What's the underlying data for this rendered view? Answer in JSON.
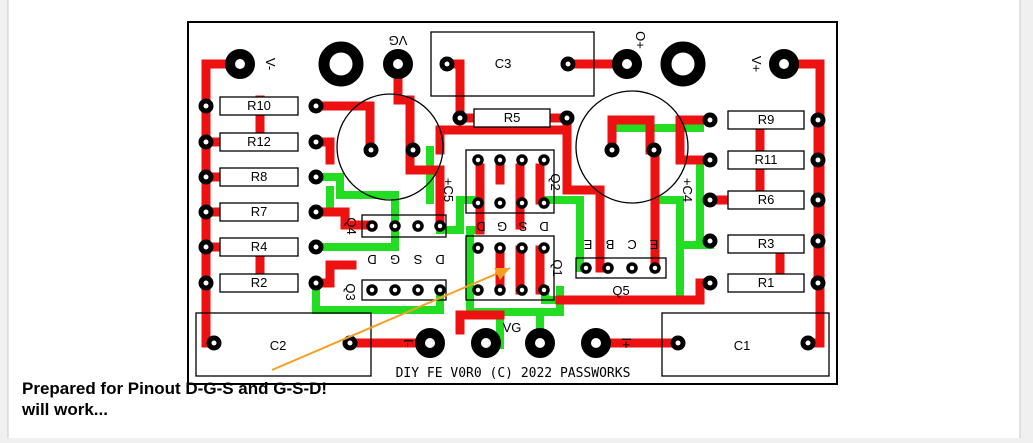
{
  "board": {
    "footer_text": "DIY FE V0R0 (C) 2022 PASSWORKS",
    "colors": {
      "top_trace": "#ee1111",
      "bottom_trace": "#22dd22",
      "outline": "#000000",
      "annotation_arrow": "#f5a020"
    },
    "resistors": [
      "R10",
      "R12",
      "R8",
      "R7",
      "R4",
      "R2",
      "R5",
      "R9",
      "R11",
      "R6",
      "R3",
      "R1"
    ],
    "capacitors": [
      "C3",
      "C2",
      "C1",
      "+C5",
      "+C4"
    ],
    "transistors": [
      "Q4",
      "Q3",
      "Q2",
      "Q1",
      "Q5"
    ],
    "pin_labels": {
      "q4": [
        "D",
        "G",
        "S"
      ],
      "q4_right": "D",
      "q2": [
        "D",
        "G",
        "S"
      ],
      "q1": [
        "D",
        "G",
        "S"
      ],
      "q5": [
        "E",
        "B",
        "C"
      ],
      "q5_right": "E"
    },
    "pads": {
      "v_minus": "V-",
      "vg_top": "VG",
      "o_plus": "O+",
      "v_plus": "V+",
      "in_minus": "I-",
      "vg_bottom": "VG",
      "in_plus": "I+"
    }
  },
  "annotation": {
    "line1": "Prepared for Pinout D-G-S and G-S-D!",
    "line2": "will work..."
  }
}
